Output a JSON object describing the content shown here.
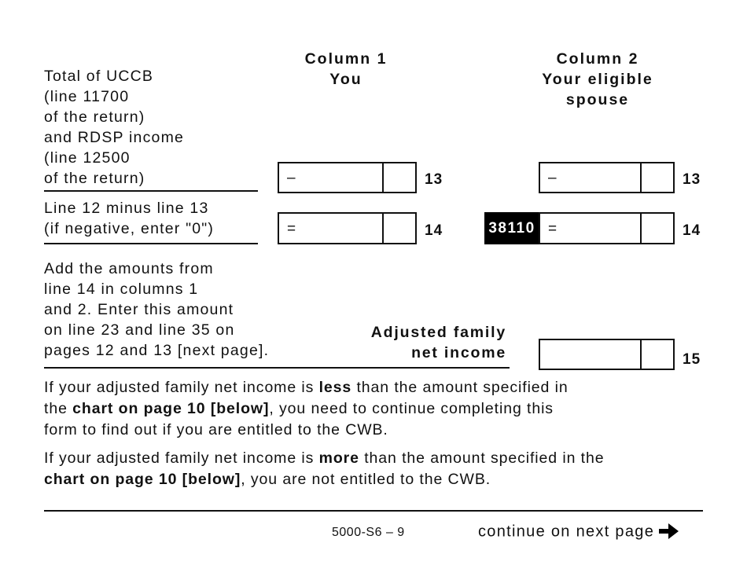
{
  "columns": {
    "col1": {
      "title": "Column 1",
      "subtitle": "You"
    },
    "col2": {
      "title": "Column 2",
      "subtitle_line1": "Your eligible",
      "subtitle_line2": "spouse"
    }
  },
  "line13": {
    "label_lines": [
      "Total of UCCB",
      "(line 11700",
      "of the return)",
      "and RDSP income",
      "(line 12500",
      "of the return)"
    ],
    "col1": {
      "sign": "–",
      "dollars": "",
      "cents": ""
    },
    "col2": {
      "sign": "–",
      "dollars": "",
      "cents": ""
    },
    "line_number": "13"
  },
  "line14": {
    "label_lines": [
      "Line 12 minus line 13",
      "(if negative, enter \"0\")"
    ],
    "col1": {
      "sign": "=",
      "dollars": "",
      "cents": ""
    },
    "col2": {
      "sign": "=",
      "dollars": "",
      "cents": "",
      "code": "38110"
    },
    "line_number": "14"
  },
  "line15": {
    "instruction_lines": [
      "Add the amounts from",
      "line 14 in columns 1",
      "and 2. Enter this amount",
      "on line 23 and line 35 on",
      "pages 12 and 13 [next page]."
    ],
    "label_line1": "Adjusted family",
    "label_line2": "net income",
    "dollars": "",
    "cents": "",
    "line_number": "15"
  },
  "notes": {
    "less": {
      "part1": "If your adjusted family net income is ",
      "bold1": "less",
      "part2": " than the amount specified in",
      "part3": "the ",
      "bold2": "chart on page 10 [below]",
      "part4": ", you need to continue completing this",
      "part5": "form to find out if you are entitled to the CWB."
    },
    "more": {
      "part1": "If your adjusted family net income is ",
      "bold1": "more",
      "part2": " than the amount specified in the",
      "bold2": "chart on page 10 [below]",
      "part3": ", you are not entitled to the CWB."
    }
  },
  "footer": {
    "form_code": "5000-S6 – 9",
    "continue_text": "continue on next page",
    "arrow_icon": "right-arrow-icon"
  }
}
